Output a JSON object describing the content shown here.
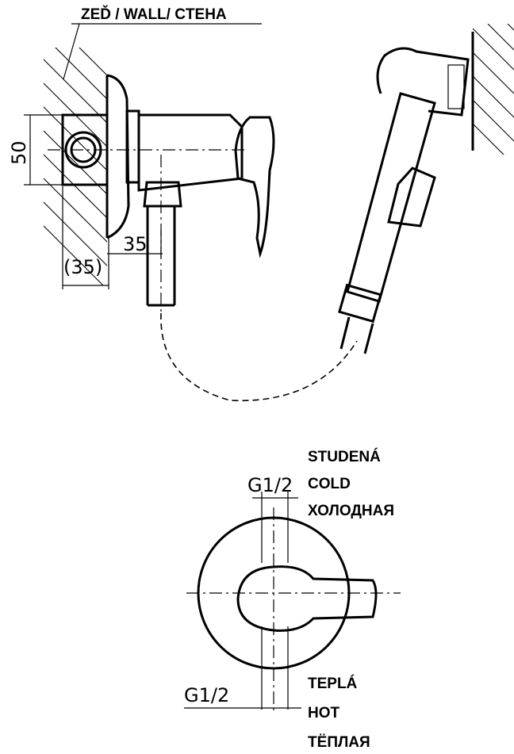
{
  "labels": {
    "wall": "ZEĎ / WALL/ CTEHA",
    "cold_cz": "STUDENÁ",
    "cold_en": "COLD",
    "cold_ru": "ХОЛОДНАЯ",
    "hot_cz": "TEPLÁ",
    "hot_en": "HOT",
    "hot_ru": "ТЁПЛАЯ"
  },
  "dimensions": {
    "height": "50",
    "depth": "35",
    "depth_ref": "(35)",
    "thread_top": "G1/2",
    "thread_bottom": "G1/2"
  }
}
